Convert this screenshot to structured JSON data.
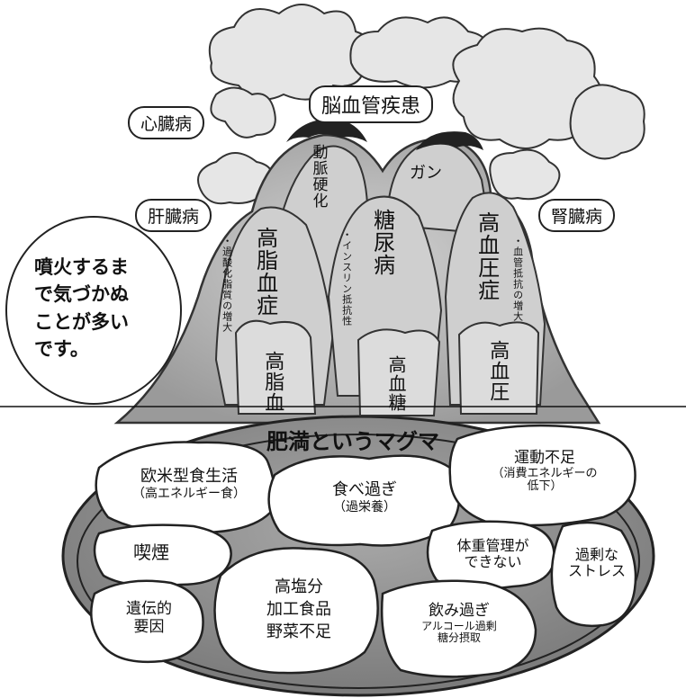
{
  "callout": [
    "噴火するま",
    "で気づかぬ",
    "ことが多い",
    "です。"
  ],
  "diseases": {
    "cerebrovascular": "脳血管疾患",
    "heart": "心臓病",
    "liver": "肝臓病",
    "kidney": "腎臓病",
    "atherosclerosis": "動脈硬化",
    "cancer": "ガン"
  },
  "peaks": {
    "hyperlipidemia": {
      "title": "高脂血症",
      "note": "・過酸化脂質の増大"
    },
    "diabetes": {
      "title": "糖尿病",
      "note": "・インスリン抵抗性"
    },
    "hypertension": {
      "title": "高血圧症",
      "note": "・血管抵抗の増大"
    }
  },
  "roots": {
    "lipid": "高脂血",
    "glucose": "高血糖",
    "pressure": "高血圧"
  },
  "magma": {
    "title": "肥満というマグマ",
    "causes": {
      "western_diet": [
        "欧米型食生活",
        "（高エネルギー食）"
      ],
      "overeating": [
        "食べ過ぎ",
        "（過栄養）"
      ],
      "lack_exercise": [
        "運動不足",
        "（消費エネルギーの",
        "低下）"
      ],
      "smoking": "喫煙",
      "weight_mgmt": [
        "体重管理が",
        "できない"
      ],
      "stress": [
        "過剰な",
        "ストレス"
      ],
      "genetic": [
        "遺伝的",
        "要因"
      ],
      "salt": [
        "高塩分",
        "加工食品",
        "野菜不足"
      ],
      "drinking": [
        "飲み過ぎ",
        "アルコール過剰",
        "糖分摂取"
      ]
    }
  },
  "colors": {
    "volcano": "#a8a8a8",
    "magma": "#8a8a8a",
    "stone": "#ffffff",
    "ink": "#222222"
  }
}
